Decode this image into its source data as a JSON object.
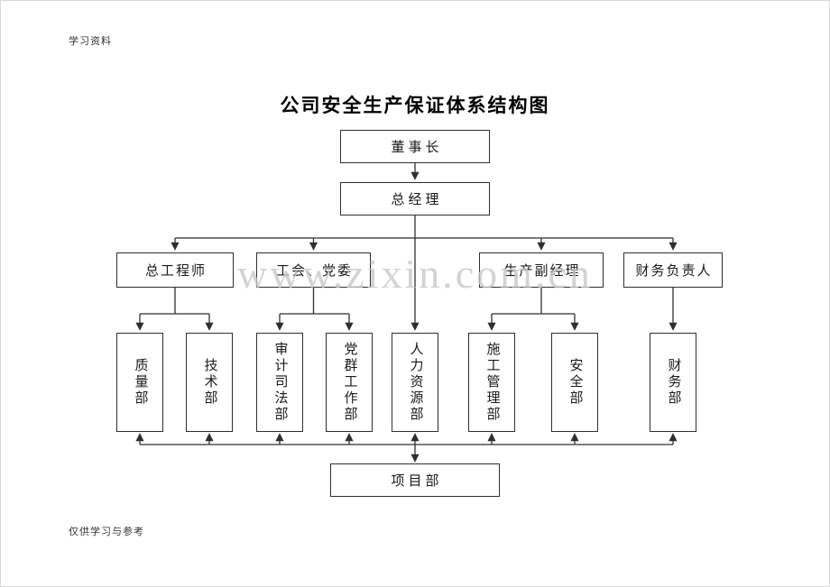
{
  "meta": {
    "top_note": "学习资料",
    "bottom_note": "仅供学习与参考",
    "title": "公司安全生产保证体系结构图",
    "watermark": "www.zixin.com.cn"
  },
  "org": {
    "chairman": "董事长",
    "general_manager": "总经理",
    "managers": [
      {
        "label": "总工程师"
      },
      {
        "label": "工会、党委"
      },
      {
        "label": "生产副经理"
      },
      {
        "label": "财务负责人"
      }
    ],
    "departments": [
      {
        "label": "质量部"
      },
      {
        "label": "技术部"
      },
      {
        "label": "审计司法部"
      },
      {
        "label": "党群工作部"
      },
      {
        "label": "人力资源部"
      },
      {
        "label": "施工管理部"
      },
      {
        "label": "安全部"
      },
      {
        "label": "财务部"
      }
    ],
    "project": "项目部",
    "line_color": "#2f2f2f"
  }
}
